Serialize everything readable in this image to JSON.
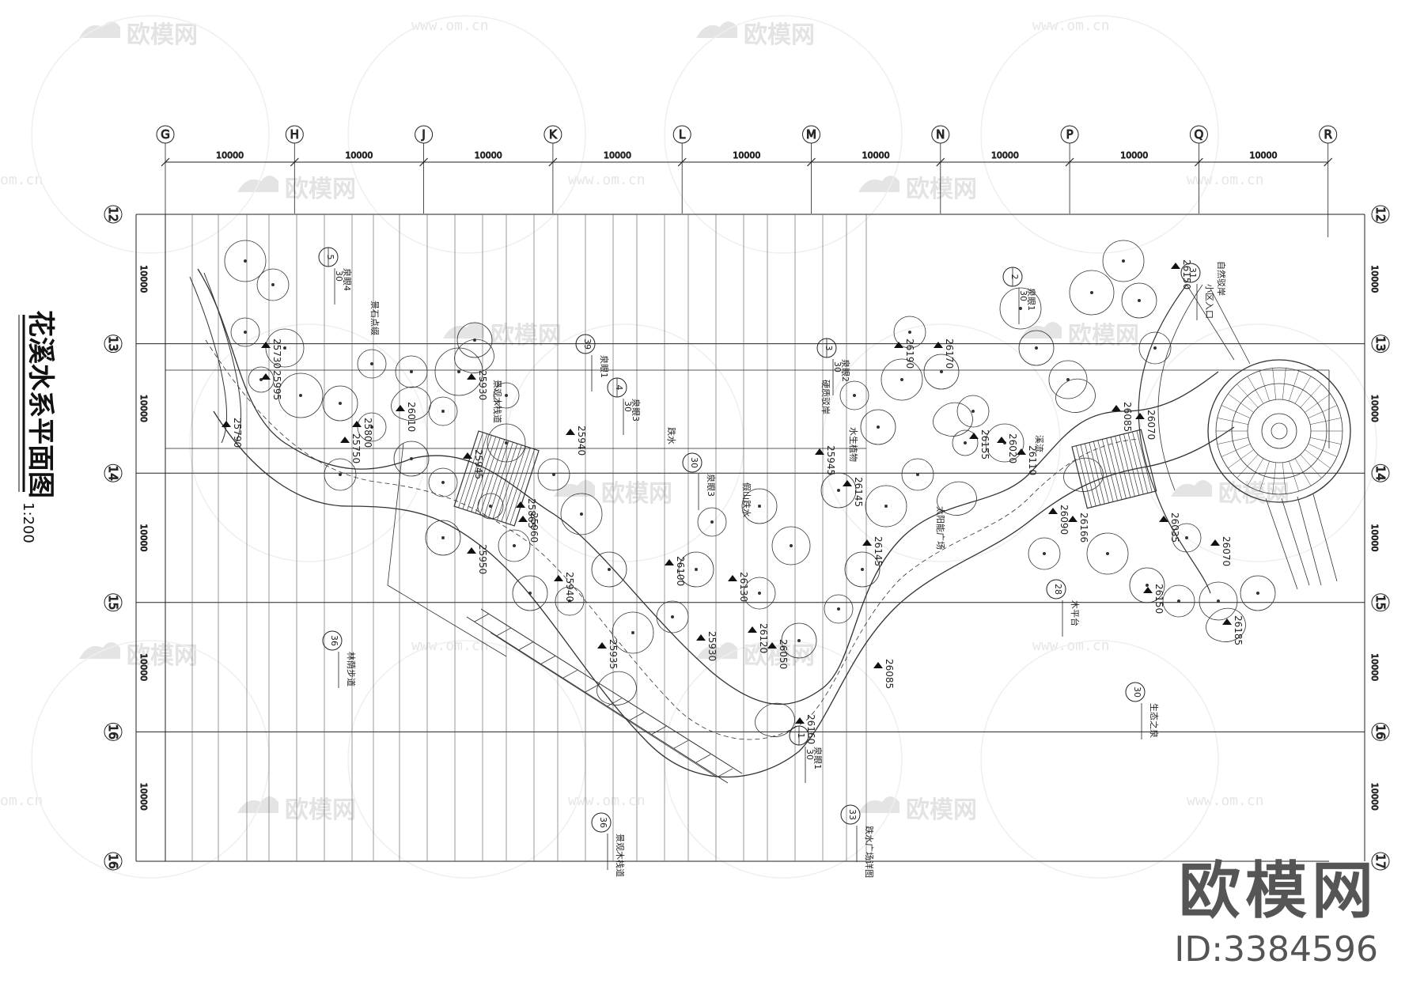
{
  "drawing": {
    "title": "花溪水系平面图",
    "scale": "1:200"
  },
  "grid": {
    "columns": [
      "G",
      "H",
      "J",
      "K",
      "L",
      "M",
      "N",
      "P",
      "Q",
      "R"
    ],
    "rows_left": [
      "12",
      "13",
      "14",
      "15",
      "16",
      "16"
    ],
    "rows_right": [
      "12",
      "13",
      "14",
      "15",
      "16",
      "17"
    ],
    "column_spacing": "10000",
    "row_spacing": "10000"
  },
  "elevations": [
    "25730",
    "25995",
    "25790",
    "25800",
    "25750",
    "26010",
    "25930",
    "25945",
    "25940",
    "25865",
    "25960",
    "25950",
    "26100",
    "26130",
    "25930",
    "25935",
    "26050",
    "26120",
    "26145",
    "25945",
    "26190",
    "26170",
    "26150",
    "26070",
    "26085",
    "26020",
    "26155",
    "26110",
    "26090",
    "26166",
    "26035",
    "26070",
    "26150",
    "26185",
    "26145",
    "26085",
    "26160",
    "25940"
  ],
  "callouts": [
    {
      "num": "5",
      "sheet": "30",
      "label": "泉眼4"
    },
    {
      "num": "39",
      "sheet": "",
      "label": "泉眼1"
    },
    {
      "num": "4",
      "sheet": "30",
      "label": "泉眼3"
    },
    {
      "num": "3",
      "sheet": "30",
      "label": "泉眼2"
    },
    {
      "num": "2",
      "sheet": "30",
      "label": "泉眼1"
    },
    {
      "num": "30",
      "sheet": "",
      "label": "泉眼3"
    },
    {
      "num": "36",
      "sheet": "",
      "label": "林荫步道"
    },
    {
      "num": "36",
      "sheet": "",
      "label": "景观木栈道"
    },
    {
      "num": "1",
      "sheet": "30",
      "label": "泉眼1"
    },
    {
      "num": "33",
      "sheet": "",
      "label": "跌水广场详图"
    },
    {
      "num": "28",
      "sheet": "",
      "label": "木平台"
    },
    {
      "num": "30",
      "sheet": "",
      "label": "生态之泉"
    },
    {
      "num": "31",
      "sheet": "",
      "label": "小区入口"
    }
  ],
  "notes": [
    "景石点缀",
    "跌水",
    "溪流",
    "水生植物",
    "景观木栈道",
    "自然驳岸",
    "硬质驳岸",
    "假山跌水",
    "太阳能广场"
  ],
  "watermark": {
    "brand": "欧模网",
    "url": "www.om.cn",
    "id": "ID:3384596",
    "partial_url": "om.cn"
  }
}
